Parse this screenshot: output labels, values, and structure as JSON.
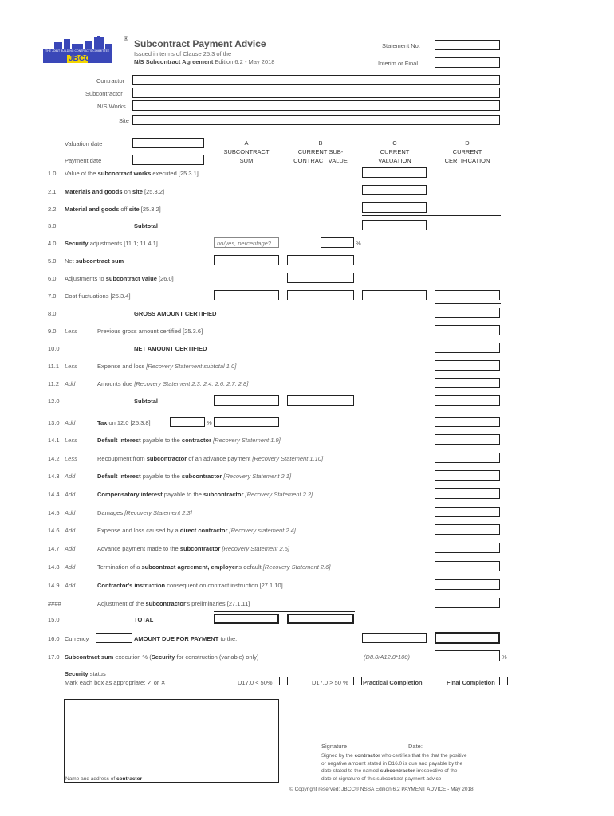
{
  "header": {
    "logo_text": "JBCC",
    "logo_tagline": "THE JOINT BUILDING CONTRACTS COMMITTEE",
    "title": "Subcontract Payment Advice",
    "issued_line": "Issued in terms of Clause 25.3 of the",
    "agreement_bold": "N/S Subcontract Agreement",
    "agreement_rest": " Edition 6.2 - May 2018",
    "statement_no_label": "Statement No:",
    "interim_final_label": "Interim or Final"
  },
  "parties": {
    "contractor": "Contractor",
    "subcontractor": "Subcontractor",
    "ns_works": "N/S Works",
    "site": "Site"
  },
  "dates": {
    "valuation_date": "Valuation date",
    "payment_date": "Payment date"
  },
  "columns": [
    {
      "letter": "A",
      "l1": "SUBCONTRACT",
      "l2": "SUM"
    },
    {
      "letter": "B",
      "l1": "CURRENT SUB-",
      "l2": "CONTRACT VALUE"
    },
    {
      "letter": "C",
      "l1": "CURRENT",
      "l2": "VALUATION"
    },
    {
      "letter": "D",
      "l1": "CURRENT",
      "l2": "CERTIFICATION"
    }
  ],
  "rows": {
    "r1_0": {
      "num": "1.0",
      "a": "Value of the ",
      "b": "subcontract works",
      "c": " executed [25.3.1]"
    },
    "r2_1": {
      "num": "2.1",
      "b": "Materials and goods",
      "c": " on ",
      "d": "site",
      "e": " [25.3.2]"
    },
    "r2_2": {
      "num": "2.2",
      "b": "Material and goods",
      "c": " off ",
      "d": "site",
      "e": " [25.3.2]"
    },
    "r3_0": {
      "num": "3.0",
      "label": "Subtotal"
    },
    "r4_0": {
      "num": "4.0",
      "b": "Security",
      "c": " adjustments [11.1; 11.4.1]",
      "hint": "no/yes, percentage?",
      "pct": "%"
    },
    "r5_0": {
      "num": "5.0",
      "a": "Net ",
      "b": "subcontract sum"
    },
    "r6_0": {
      "num": "6.0",
      "a": "Adjustments to ",
      "b": "subcontract value",
      "c": " [26.0]"
    },
    "r7_0": {
      "num": "7.0",
      "a": "Cost fluctuations [25.3.4]"
    },
    "r8_0": {
      "num": "8.0",
      "label": "GROSS AMOUNT CERTIFIED"
    },
    "r9_0": {
      "num": "9.0",
      "pre": "Less",
      "a": "Previous gross amount certified [25.3.6]"
    },
    "r10_0": {
      "num": "10.0",
      "label": "NET AMOUNT CERTIFIED"
    },
    "r11_1": {
      "num": "11.1",
      "pre": "Less",
      "a": "Expense and loss ",
      "i": "[Recovery Statement subtotal 1.0]"
    },
    "r11_2": {
      "num": "11.2",
      "pre": "Add",
      "a": "Amounts due ",
      "i": "[Recovery Statement 2.3; 2.4; 2.6; 2.7; 2.8]"
    },
    "r12_0": {
      "num": "12.0",
      "label": "Subtotal"
    },
    "r13_0": {
      "num": "13.0",
      "pre": "Add",
      "b": "Tax",
      "c": " on 12.0 [25.3.8]",
      "pct": "%"
    },
    "r14_1": {
      "num": "14.1",
      "pre": "Less",
      "b": "Default interest",
      "c": " payable to the ",
      "d": "contractor",
      "i": " [Recovery Statement 1.9]"
    },
    "r14_2": {
      "num": "14.2",
      "pre": "Less",
      "a": "Recoupment from ",
      "b": "subcontractor",
      "c": " of an advance payment ",
      "i": "[Recovery Statement 1.10]"
    },
    "r14_3": {
      "num": "14.3",
      "pre": "Add",
      "b": "Default interest",
      "c": " payable to the ",
      "d": "subcontractor",
      "i": " [Recovery Statement 2.1]"
    },
    "r14_4": {
      "num": "14.4",
      "pre": "Add",
      "b": "Compensatory interest",
      "c": " payable to the ",
      "d": "subcontractor",
      "i": " [Recovery Statement 2.2]"
    },
    "r14_5": {
      "num": "14.5",
      "pre": "Add",
      "a": "Damages ",
      "i": "[Recovery Statement 2.3]"
    },
    "r14_6": {
      "num": "14.6",
      "pre": "Add",
      "a": "Expense and loss caused by a ",
      "b": "direct contractor",
      "i": " [Recovery statement 2.4]"
    },
    "r14_7": {
      "num": "14.7",
      "pre": "Add",
      "a": "Advance payment made to the ",
      "b": "subcontractor",
      "i": " [Recovery Statement 2.5]"
    },
    "r14_8": {
      "num": "14.8",
      "pre": "Add",
      "a": "Termination of a ",
      "b": "subcontract agreement, employer",
      "c": "'s default ",
      "i": "[Recovery Statement 2.6]"
    },
    "r14_9": {
      "num": "14.9",
      "pre": "Add",
      "b": "Contractor's instruction",
      "c": " consequent on contract instruction [27.1.10]"
    },
    "r14_x": {
      "num": "####",
      "a": "Adjustment of the ",
      "b": "subcontractor",
      "c": "'s preliminaries [27.1.11]"
    },
    "r15_0": {
      "num": "15.0",
      "label": "TOTAL"
    },
    "r16_0": {
      "num": "16.0",
      "a": "Currency",
      "b": "AMOUNT DUE FOR PAYMENT",
      "c": " to the:"
    },
    "r17_0": {
      "num": "17.0",
      "b": "Subcontract sum",
      "c": " execution % (",
      "d": "Security",
      "e": " for construction (variable) only)",
      "formula": "(D8.0/A12.0*100)",
      "pct": "%"
    }
  },
  "security_status": {
    "title_bold": "Security",
    "title_rest": " status",
    "instruction": "Mark each box as appropriate: ✓ or ✕",
    "opt1": "D17.0 < 50%",
    "opt2": "D17.0 > 50 %",
    "opt3": "Practical Completion",
    "opt4": "Final Completion"
  },
  "footer": {
    "name_address_a": "Name and address of ",
    "name_address_b": "contractor",
    "signature": "Signature",
    "date": "Date:",
    "cert_1a": "Signed by the ",
    "cert_1b": "contractor",
    "cert_1c": " who certifies that the that the positive",
    "cert_2": "or negative amount stated in D16.0 is due and payable by      the",
    "cert_3a": "date stated to the named ",
    "cert_3b": "subcontractor",
    "cert_3c": " irrespective of the",
    "cert_4": "date of signature of this subcontract payment advice",
    "copyright": "© Copyright reserved: JBCC® NSSA Edition 6.2 PAYMENT ADVICE - May 2018"
  },
  "colors": {
    "logo_blue": "#3a47b8",
    "logo_yellow": "#f2d400",
    "box_border": "#222222"
  }
}
